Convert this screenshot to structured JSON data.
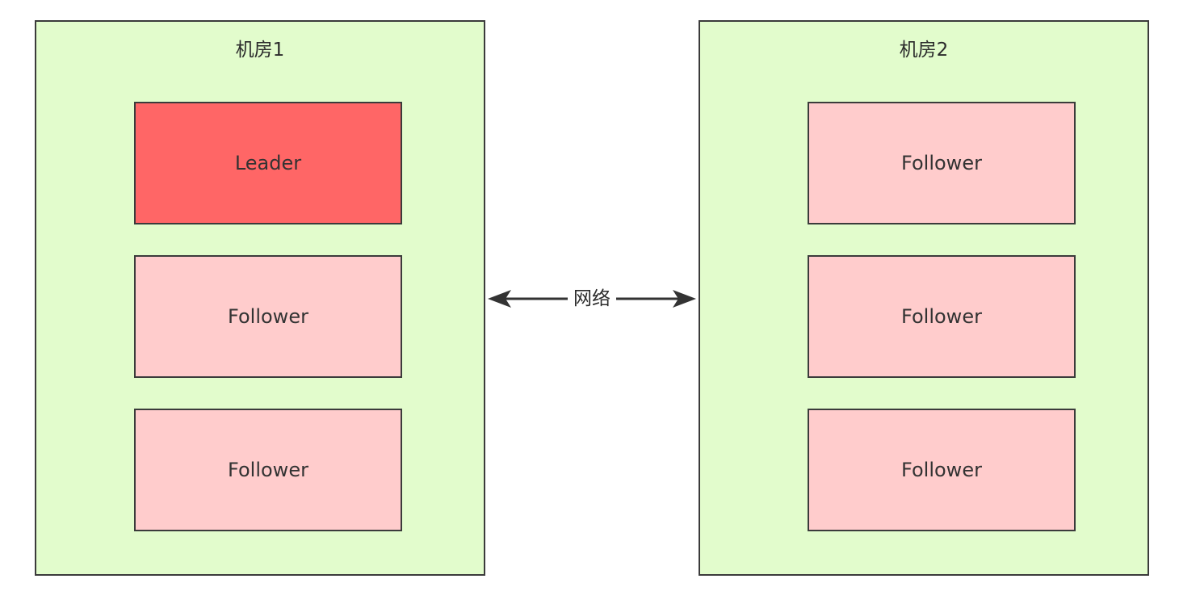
{
  "rooms": [
    {
      "title": "机房1",
      "nodes": [
        {
          "role": "leader",
          "label": "Leader"
        },
        {
          "role": "follower",
          "label": "Follower"
        },
        {
          "role": "follower",
          "label": "Follower"
        }
      ]
    },
    {
      "title": "机房2",
      "nodes": [
        {
          "role": "follower",
          "label": "Follower"
        },
        {
          "role": "follower",
          "label": "Follower"
        },
        {
          "role": "follower",
          "label": "Follower"
        }
      ]
    }
  ],
  "link": {
    "label": "网络",
    "direction": "bidirectional"
  },
  "colors": {
    "room_fill": "#e2fccc",
    "leader_fill": "#ff6666",
    "follower_fill": "#ffcccc",
    "border": "#3b3b3b"
  }
}
